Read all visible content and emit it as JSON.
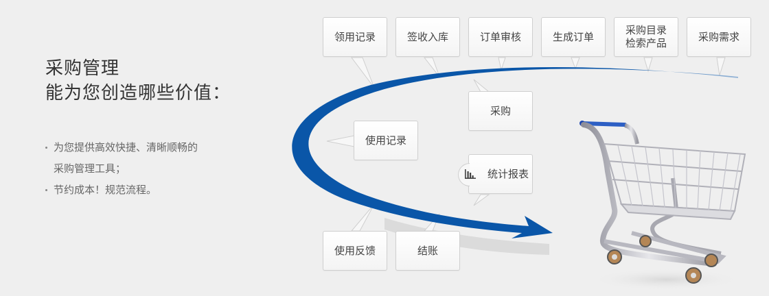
{
  "intro": {
    "title_line1": "采购管理",
    "title_line2": "能为您创造哪些价值：",
    "bullets": [
      {
        "line1": "为您提供高效快捷、清晰顺畅的",
        "line2": "采购管理工具；"
      },
      {
        "line1": "节约成本！规范流程。"
      }
    ]
  },
  "flow": {
    "arrow_color": "#0a56a8",
    "top_steps": [
      {
        "label": "领用记录"
      },
      {
        "label": "签收入库"
      },
      {
        "label": "订单审核"
      },
      {
        "label": "生成订单"
      },
      {
        "label_line1": "采购目录",
        "label_line2": "检索产品"
      },
      {
        "label": "采购需求"
      }
    ],
    "middle_steps": [
      {
        "label": "采购"
      },
      {
        "label": "使用记录"
      },
      {
        "label": "统计报表",
        "icon": "bar-chart-icon"
      }
    ],
    "bottom_steps": [
      {
        "label": "使用反馈"
      },
      {
        "label": "结账"
      }
    ],
    "cart_icon": "shopping-cart-icon"
  }
}
